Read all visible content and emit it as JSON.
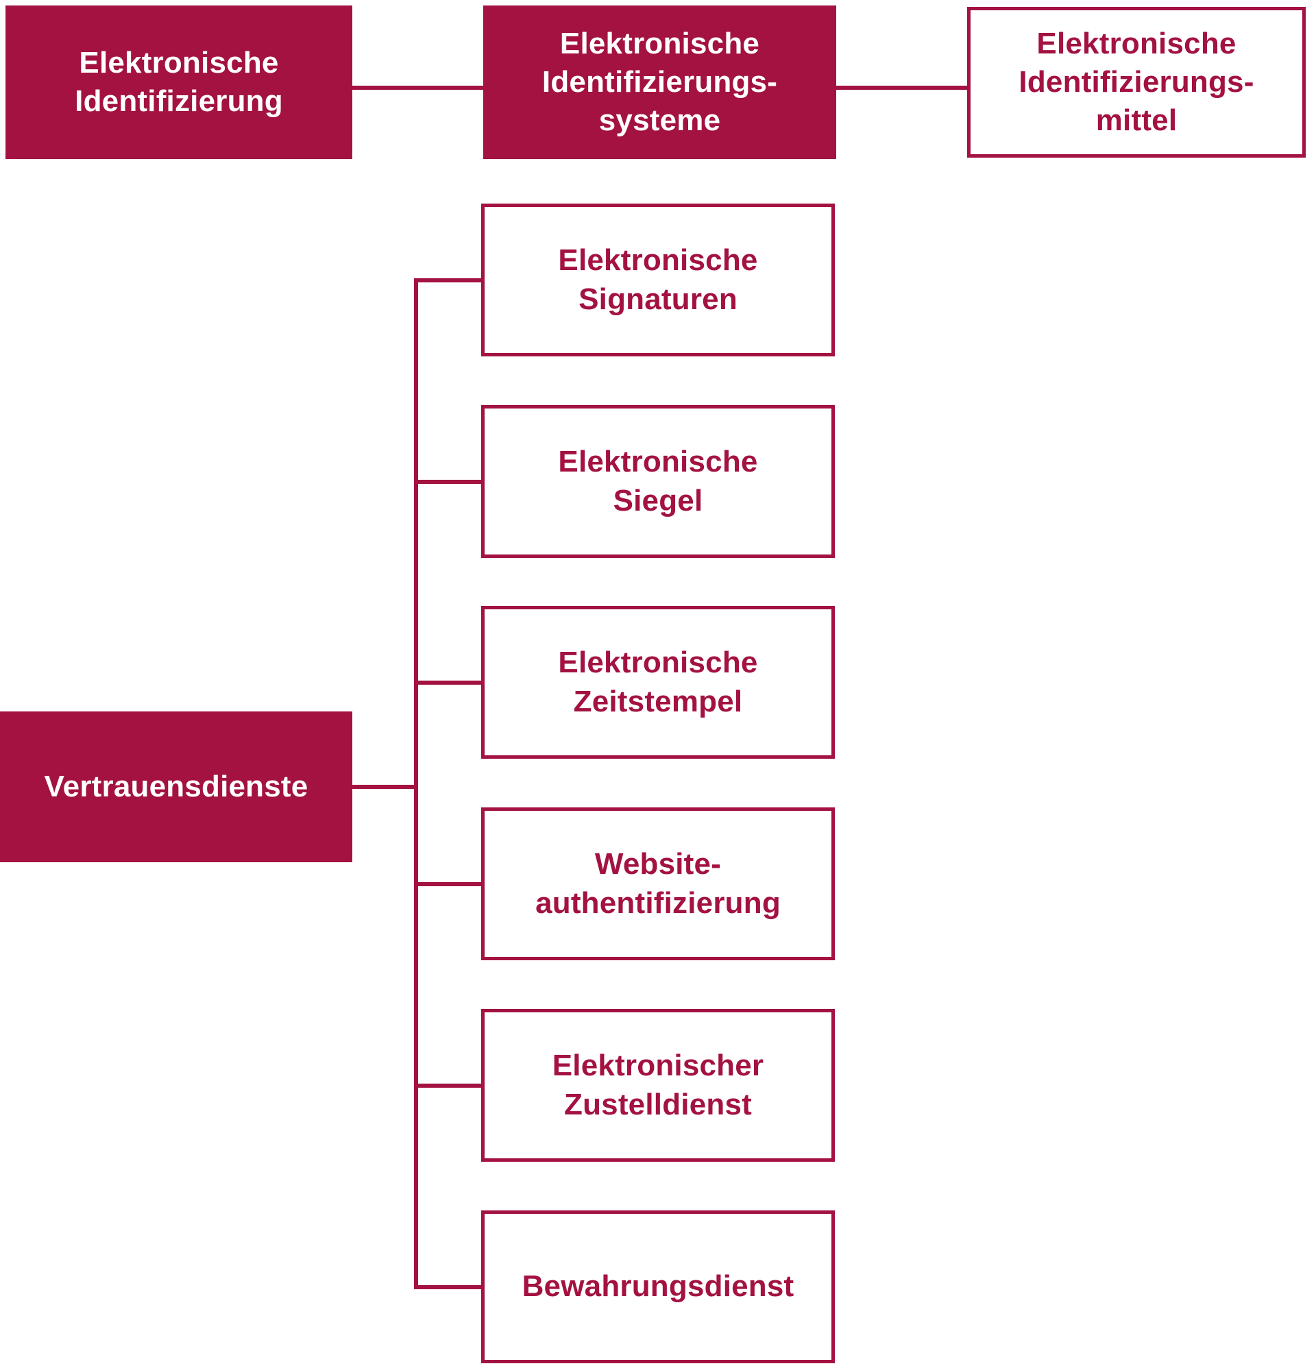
{
  "diagram": {
    "background": "#ffffff",
    "brand_color": "#a31240",
    "text_on_brand": "#ffffff",
    "top_row": [
      {
        "label": "Elektronische\nIdentifizierung",
        "style": "filled"
      },
      {
        "label": "Elektronische\nIdentifizierungs-\nsysteme",
        "style": "filled"
      },
      {
        "label": "Elektronische\nIdentifizierungs-\nmittel",
        "style": "outlined"
      }
    ],
    "left_node": {
      "label": "Vertrauensdienste",
      "style": "filled"
    },
    "services": [
      {
        "label": "Elektronische\nSignaturen"
      },
      {
        "label": "Elektronische\nSiegel"
      },
      {
        "label": "Elektronische\nZeitstempel"
      },
      {
        "label": "Website-\nauthentifizierung"
      },
      {
        "label": "Elektronischer\nZustelldienst"
      },
      {
        "label": "Bewahrungsdienst"
      }
    ]
  }
}
